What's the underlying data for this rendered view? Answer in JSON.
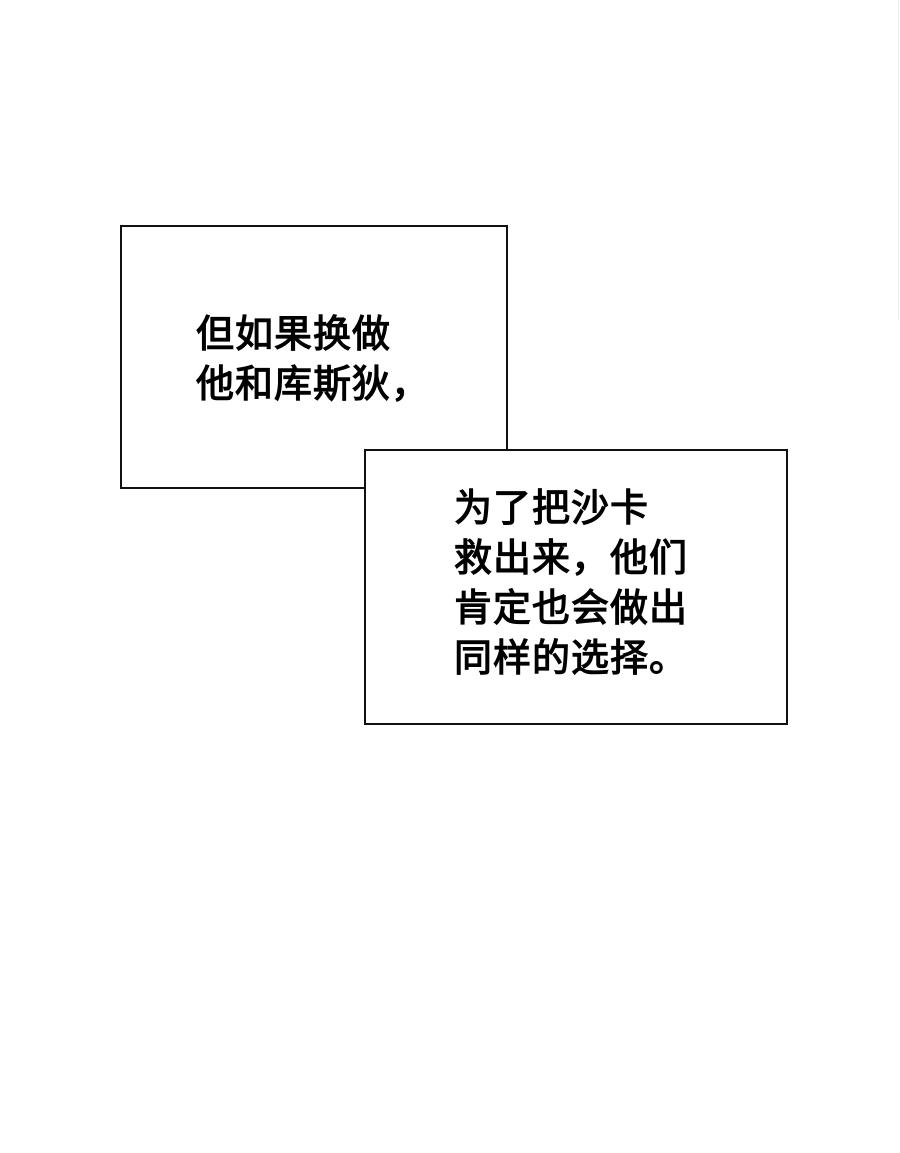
{
  "panel": {
    "background": "#ffffff",
    "border_color": "#111111"
  },
  "captions": [
    {
      "lines": [
        "但如果换做",
        "他和库斯狄，"
      ]
    },
    {
      "lines": [
        "为了把沙卡",
        "救出来，他们",
        "肯定也会做出",
        "同样的选择。"
      ]
    }
  ]
}
